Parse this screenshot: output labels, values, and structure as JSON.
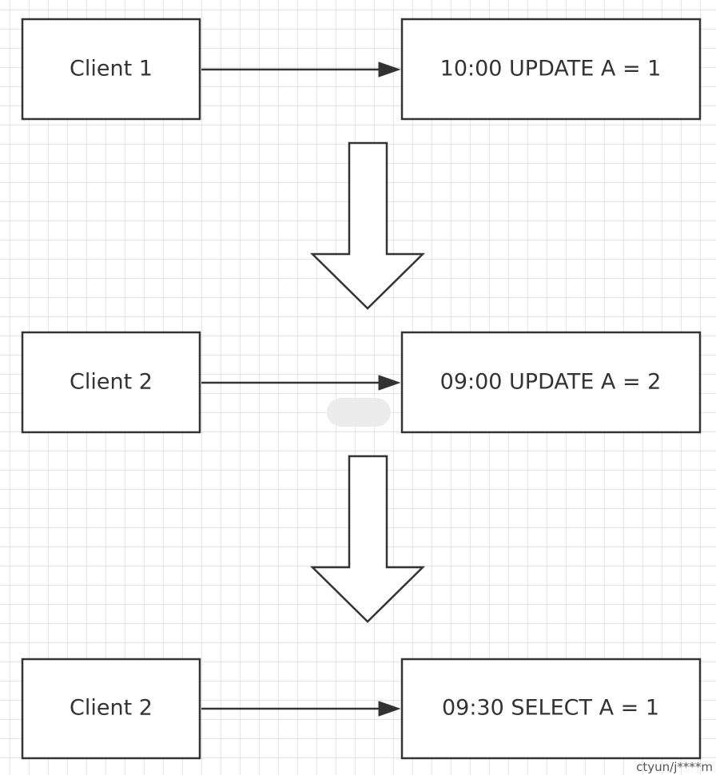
{
  "rows": [
    {
      "client": "Client 1",
      "operation": "10:00 UPDATE A = 1"
    },
    {
      "client": "Client 2",
      "operation": "09:00 UPDATE A = 2"
    },
    {
      "client": "Client 2",
      "operation": "09:30 SELECT A = 1"
    }
  ],
  "watermark": "ctyun/j****m",
  "colors": {
    "stroke": "#333333",
    "grid": "#e6e6e6",
    "background": "#ffffff"
  }
}
